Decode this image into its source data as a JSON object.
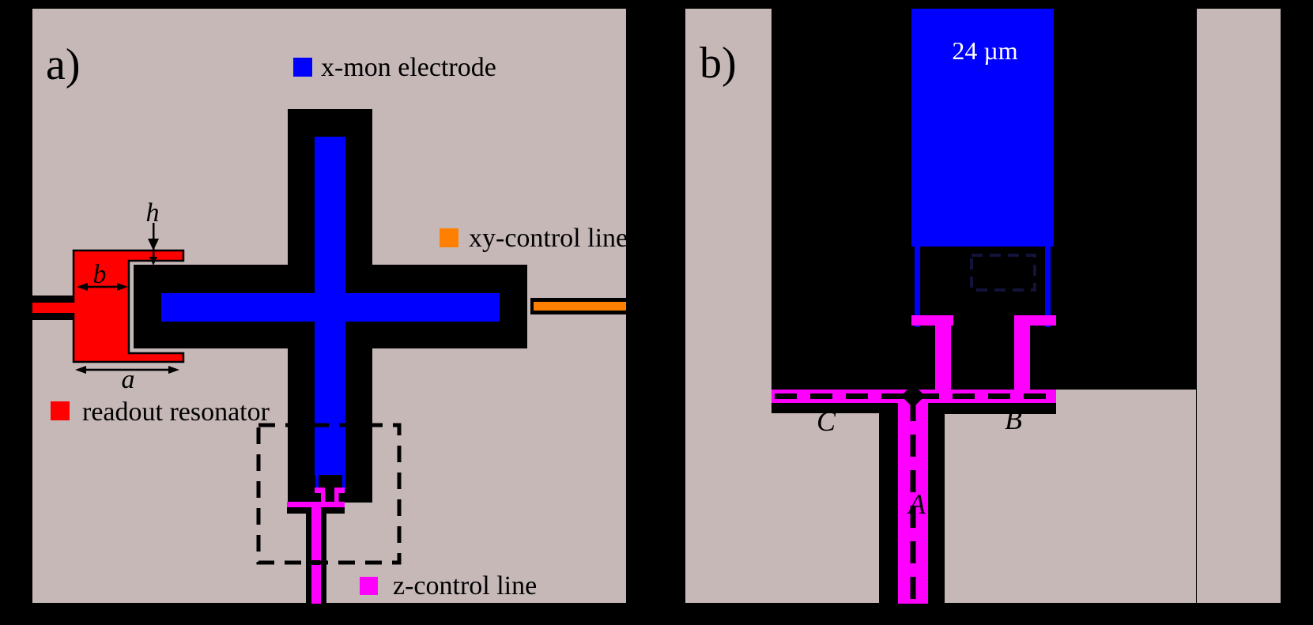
{
  "figure": {
    "panel_a": {
      "label": "a)",
      "legend": [
        {
          "id": "xmon",
          "label": "x-mon electrode",
          "color": "#0000ff"
        },
        {
          "id": "xy",
          "label": "xy-control line",
          "color": "#ff8000"
        },
        {
          "id": "readout",
          "label": "readout resonator",
          "color": "#ff0000"
        },
        {
          "id": "z",
          "label": "z-control line",
          "color": "#ff00ff"
        }
      ],
      "dimension_labels": {
        "h": "h",
        "b": "b",
        "a": "a"
      }
    },
    "panel_b": {
      "label": "b)",
      "scale_label": "24 µm",
      "junction_labels": {
        "A": "A",
        "B": "B",
        "C": "C"
      }
    },
    "colors": {
      "background": "#000000",
      "metal_black": "#000000",
      "substrate": "#c7b8b8",
      "electrode_blue": "#0000ff",
      "readout_red": "#ff0000",
      "xy_orange": "#ff8000",
      "z_magenta": "#ff00ff",
      "scale_text": "#ffffff",
      "junction_box": "#12123a"
    }
  }
}
